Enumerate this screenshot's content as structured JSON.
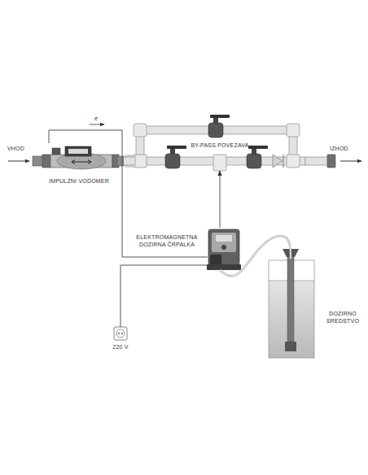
{
  "diagram": {
    "nodes": [
      {
        "text": [
          "IMPULZNI VODOMER"
        ]
      },
      {
        "text": [
          "BY-PASS POVEZAVA"
        ]
      },
      {
        "text": [
          "ELEKTROMAGNETNA DOZIRNA ČRPALKA"
        ]
      },
      {
        "text": [
          "220 V"
        ]
      },
      {
        "text": [
          "DOZIRNO SREDSTVO"
        ]
      }
    ],
    "edges": [
      {
        "from": 0,
        "to": 1,
        "arrow": "none"
      },
      {
        "from": 0,
        "to": 2,
        "arrow": "none"
      },
      {
        "from": 2,
        "to": 1,
        "arrow": "to"
      },
      {
        "from": 3,
        "to": 2,
        "arrow": "none"
      },
      {
        "from": 4,
        "to": 2,
        "arrow": "none"
      }
    ],
    "labels": [
      "VHOD",
      "IZHOD",
      "e"
    ]
  }
}
